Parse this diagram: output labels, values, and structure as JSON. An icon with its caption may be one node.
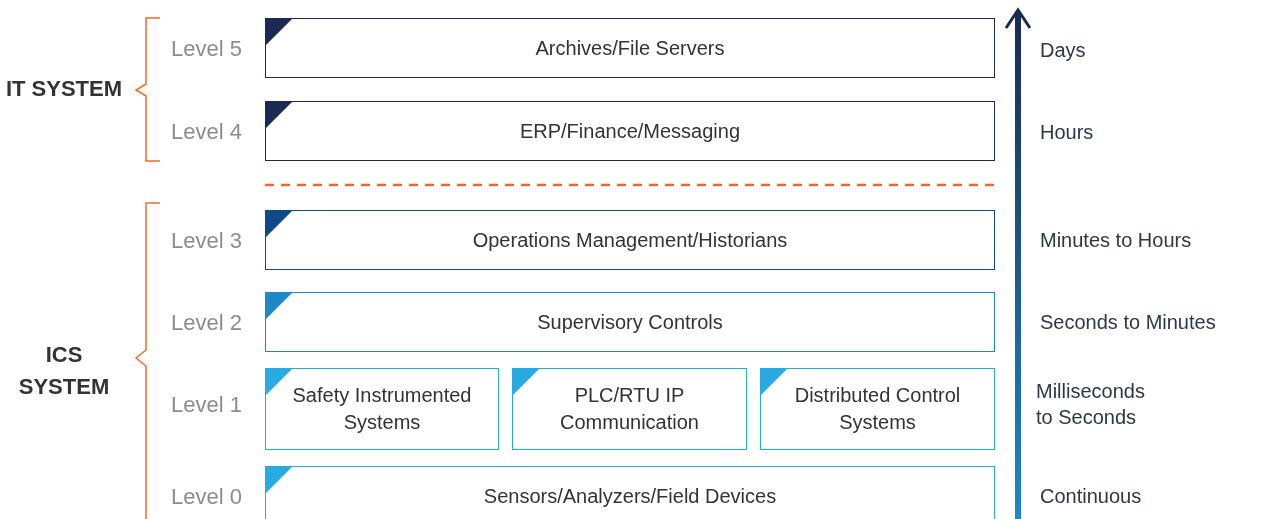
{
  "diagram": {
    "nodes": [
      {
        "text": [
          "Archives/File Servers"
        ]
      },
      {
        "text": [
          "ERP/Finance/Messaging"
        ]
      },
      {
        "text": [
          "Operations Management/Historians"
        ]
      },
      {
        "text": [
          "Supervisory Controls"
        ]
      },
      {
        "text": [
          "Safety Instrumented Systems"
        ]
      },
      {
        "text": [
          "PLC/RTU IP Communication"
        ]
      },
      {
        "text": [
          "Distributed Control Systems"
        ]
      },
      {
        "text": [
          "Sensors/Analyzers/Field Devices"
        ]
      }
    ],
    "labels": [
      "IT SYSTEM",
      "Level 5",
      "Days",
      "Level 4",
      "Hours",
      "Level 3",
      "Minutes to Hours",
      "Level 2",
      "Seconds to Minutes",
      "ICS SYSTEM",
      "Level 1",
      "Milliseconds to Seconds",
      "Level 0",
      "Continuous"
    ]
  }
}
